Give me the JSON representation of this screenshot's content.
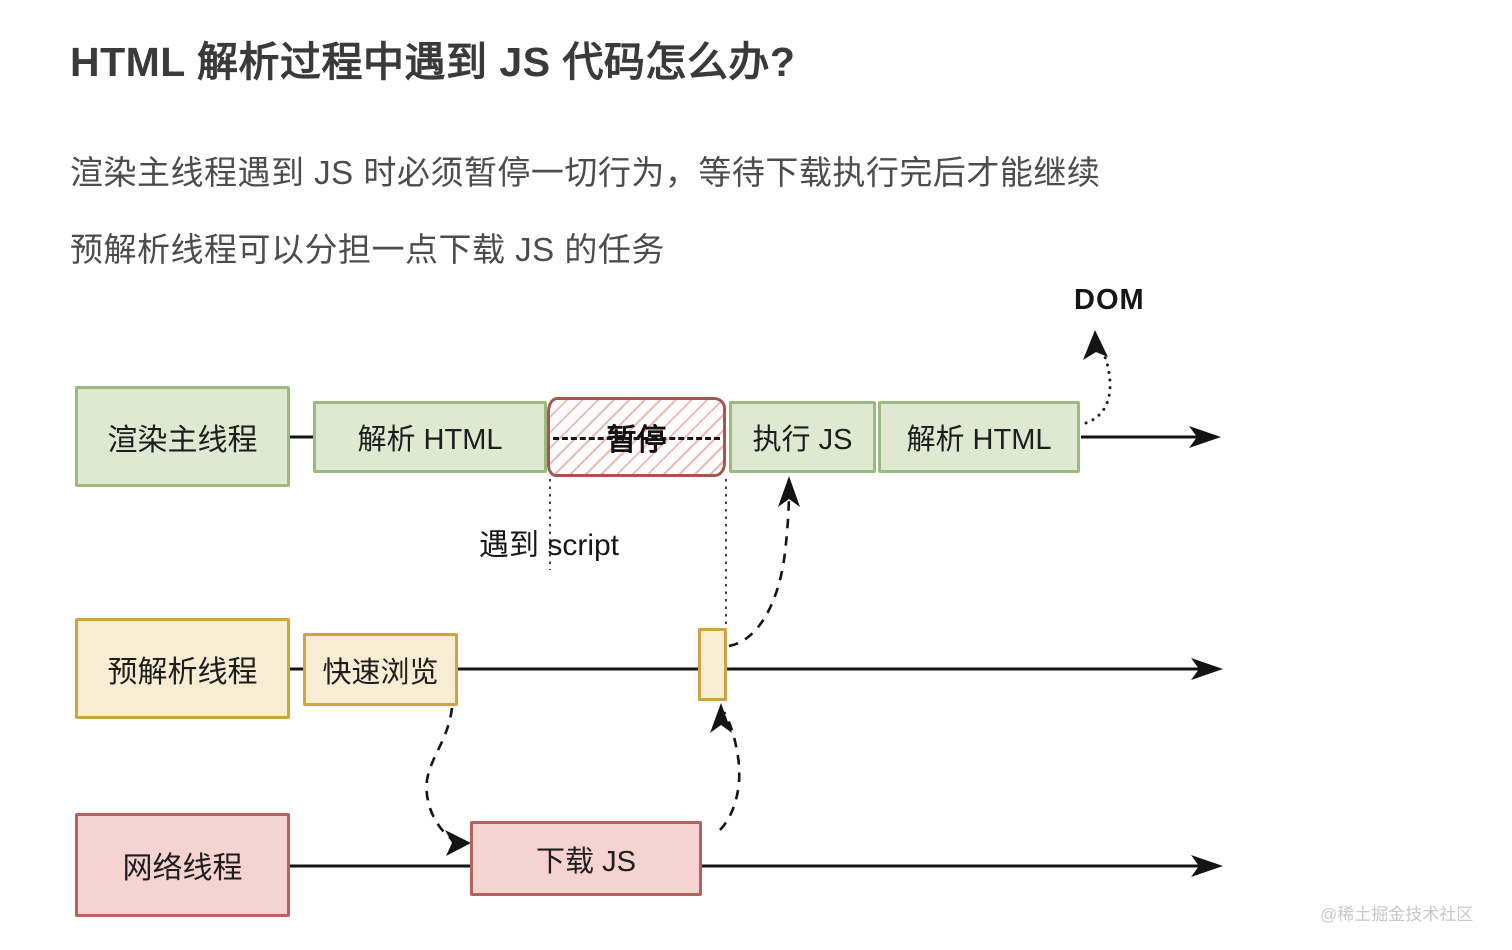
{
  "title": "HTML 解析过程中遇到 JS 代码怎么办?",
  "description": {
    "line1": "渲染主线程遇到 JS 时必须暂停一切行为，等待下载执行完后才能继续",
    "line2": "预解析线程可以分担一点下载 JS 的任务"
  },
  "diagram": {
    "dom_label": "DOM",
    "encounter_script_label": "遇到 script",
    "lanes": {
      "render_main": {
        "label": "渲染主线程",
        "blocks": {
          "parse_html_1": "解析 HTML",
          "pause": "暂停",
          "exec_js": "执行 JS",
          "parse_html_2": "解析 HTML"
        }
      },
      "pre_parse": {
        "label": "预解析线程",
        "blocks": {
          "quick_scan": "快速浏览"
        }
      },
      "network": {
        "label": "网络线程",
        "blocks": {
          "download_js": "下载 JS"
        }
      }
    }
  },
  "watermark": "@稀土掘金技术社区",
  "colors": {
    "green_fill": "#dfe9d2",
    "green_border": "#9cba7e",
    "yellow_fill": "#f8ecd2",
    "yellow_border": "#d2a343",
    "pink_fill": "#f4d3d0",
    "pink_border": "#b4635e",
    "pause_border": "#a9544f",
    "pause_hatch": "#cb6a66",
    "line_black": "#141414",
    "text_dark": "#3a3a3a",
    "text_body": "#4c4c4c",
    "watermark_gray": "#c8c8c8"
  }
}
